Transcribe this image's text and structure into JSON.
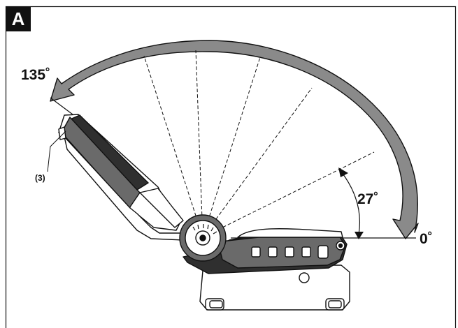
{
  "figure": {
    "panel_label": "A",
    "angle_max": "135˚",
    "angle_step": "27˚",
    "angle_zero": "0˚",
    "part_ref": "(3)"
  },
  "colors": {
    "arrow_fill": "#8a8a8a",
    "lamp_dark": "#2f2f2f",
    "lamp_mid": "#6a6a6a",
    "line": "#111111"
  }
}
